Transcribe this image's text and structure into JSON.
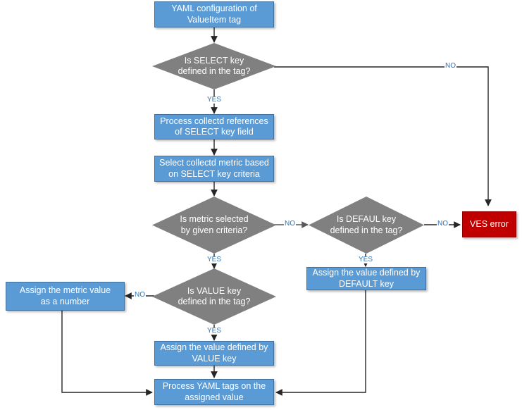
{
  "diagram": {
    "title": "YAML ValueItem tag processing flowchart",
    "colors": {
      "process_fill": "#5B9BD5",
      "process_border": "#41719C",
      "decision_fill": "#808080",
      "error_fill": "#C00000",
      "edge_label": "#2E75B6",
      "connector": "#262626",
      "text": "#FFFFFF",
      "background": "#FFFFFF"
    },
    "nodes": [
      {
        "id": "start",
        "type": "process",
        "lines": [
          "YAML configuration of",
          "ValueItem tag"
        ]
      },
      {
        "id": "select-key-decision",
        "type": "decision",
        "lines": [
          "Is SELECT key",
          "defined in the tag?"
        ]
      },
      {
        "id": "process-references",
        "type": "process",
        "lines": [
          "Process collectd references",
          "of SELECT key field"
        ]
      },
      {
        "id": "select-metric",
        "type": "process",
        "lines": [
          "Select collectd metric based",
          "on SELECT key criteria"
        ]
      },
      {
        "id": "metric-selected-decision",
        "type": "decision",
        "lines": [
          "Is metric selected",
          "by given criteria?"
        ]
      },
      {
        "id": "defaul-key-decision",
        "type": "decision",
        "lines": [
          "Is DEFAUL key",
          "defined in the tag?"
        ]
      },
      {
        "id": "ves-error",
        "type": "error",
        "lines": [
          "VES error"
        ]
      },
      {
        "id": "assign-default",
        "type": "process",
        "lines": [
          "Assign the value defined by",
          "DEFAULT key"
        ]
      },
      {
        "id": "value-key-decision",
        "type": "decision",
        "lines": [
          "Is VALUE key",
          "defined in the tag?"
        ]
      },
      {
        "id": "assign-metric-number",
        "type": "process",
        "lines": [
          "Assign the metric value",
          "as a number"
        ]
      },
      {
        "id": "assign-value",
        "type": "process",
        "lines": [
          "Assign the value defined by",
          "VALUE key"
        ]
      },
      {
        "id": "process-yaml-tags",
        "type": "process",
        "lines": [
          "Process YAML tags on the",
          "assigned value"
        ]
      }
    ],
    "edge_labels": {
      "select_no": "NO",
      "select_yes": "YES",
      "metric_no": "NO",
      "metric_yes": "YES",
      "defaul_no": "NO",
      "defaul_yes": "YES",
      "value_no": "NO",
      "value_yes": "YES"
    }
  }
}
